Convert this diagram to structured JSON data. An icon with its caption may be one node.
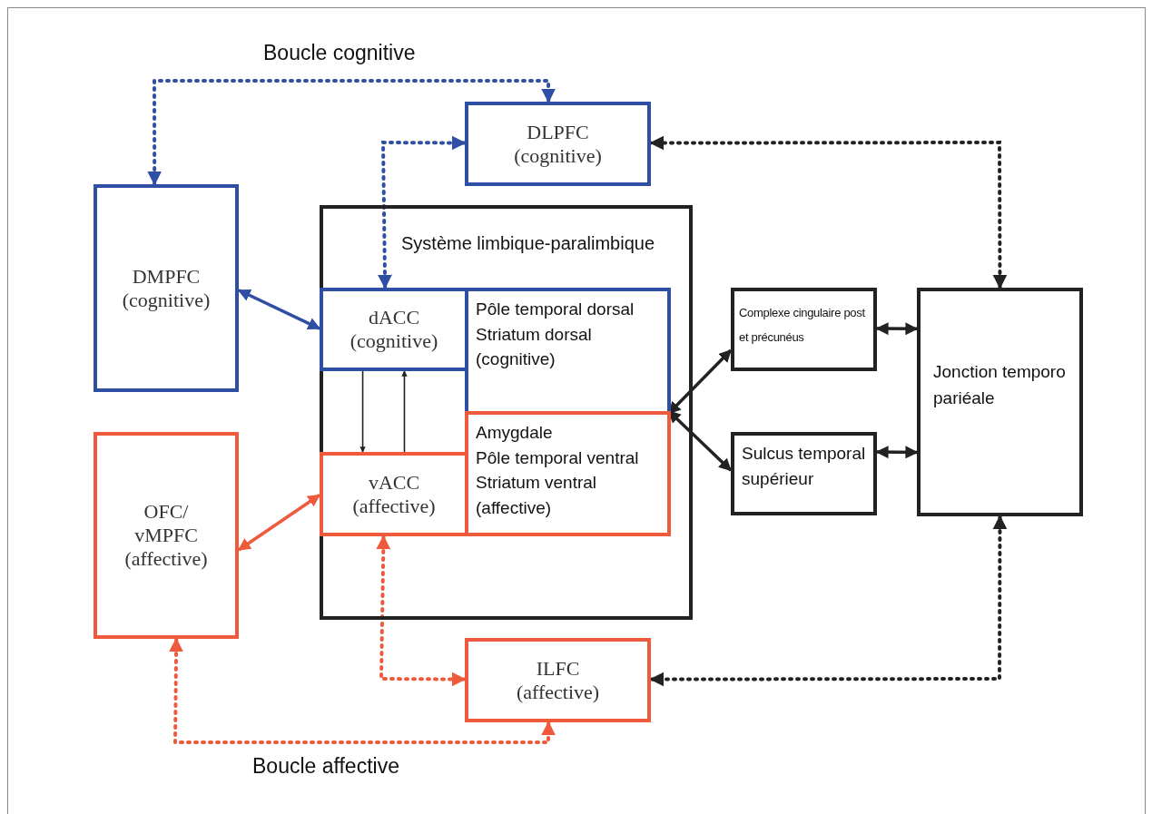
{
  "diagram": {
    "nodes": [
      {
        "text": [
          "DLPFC (cognitive)"
        ]
      },
      {
        "text": [
          "DMPFC (cognitive)"
        ]
      },
      {
        "text": [
          "Système limbique-paralimbique"
        ]
      },
      {
        "text": [
          "dACC (cognitive)"
        ],
        "in": 2
      },
      {
        "text": [
          "Pôle temporal dorsal",
          "Striatum dorsal",
          "(cognitive)"
        ],
        "in": 2
      },
      {
        "text": [
          "vACC (affective)"
        ],
        "in": 2
      },
      {
        "text": [
          "Amygdale",
          "Pôle temporal ventral",
          "Striatum ventral",
          "(affective)"
        ],
        "in": 2
      },
      {
        "text": [
          "OFC/ vMPFC (affective)"
        ]
      },
      {
        "text": [
          "ILFC (affective)"
        ]
      },
      {
        "text": [
          "Complexe cingulaire post et précunéus"
        ]
      },
      {
        "text": [
          "Sulcus temporal supérieur"
        ]
      },
      {
        "text": [
          "Jonction temporo pariéale"
        ]
      }
    ],
    "edges": [
      {
        "from": 1,
        "to": 0,
        "arrow": "both",
        "label": "Boucle cognitive",
        "style": "dashed",
        "color": "#2e4fa3"
      },
      {
        "from": 3,
        "to": 0,
        "arrow": "both",
        "style": "dashed",
        "color": "#2e4fa3"
      },
      {
        "from": 3,
        "to": 1,
        "arrow": "both",
        "color": "#2e4fa3"
      },
      {
        "from": 3,
        "to": 5,
        "arrow": "to"
      },
      {
        "from": 5,
        "to": 3,
        "arrow": "to"
      },
      {
        "from": 5,
        "to": 7,
        "arrow": "both",
        "color": "#ef5a3c"
      },
      {
        "from": 5,
        "to": 8,
        "arrow": "both",
        "style": "dashed",
        "color": "#ef5a3c"
      },
      {
        "from": 7,
        "to": 8,
        "arrow": "both",
        "label": "Boucle affective",
        "style": "dashed",
        "color": "#ef5a3c"
      },
      {
        "from": 11,
        "to": 0,
        "arrow": "both",
        "style": "dashed"
      },
      {
        "from": 11,
        "to": 8,
        "arrow": "both",
        "style": "dashed"
      },
      {
        "from": 4,
        "to": 9,
        "arrow": "both"
      },
      {
        "from": 6,
        "to": 10,
        "arrow": "both"
      },
      {
        "from": 9,
        "to": 11,
        "arrow": "both"
      },
      {
        "from": 10,
        "to": 11,
        "arrow": "both"
      }
    ]
  }
}
